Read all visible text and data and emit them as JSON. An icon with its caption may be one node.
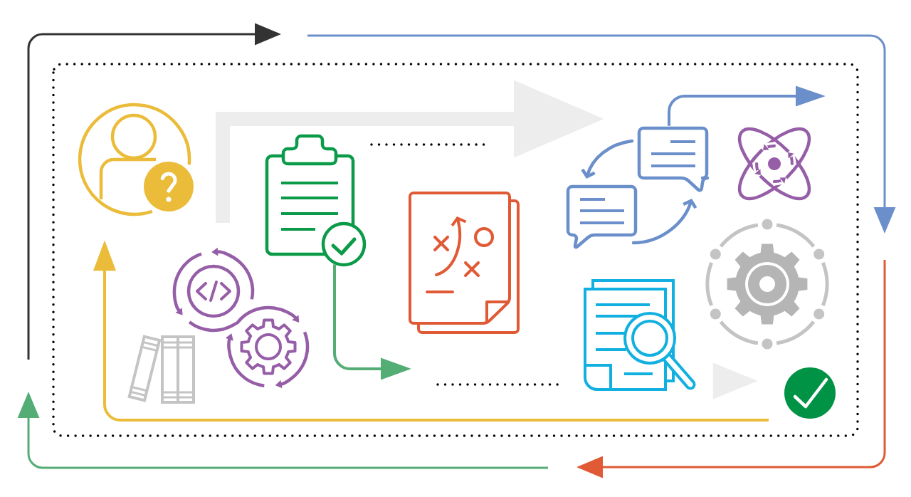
{
  "diagram": {
    "nodes": [
      {
        "text": [],
        "shape": "picture"
      },
      {
        "text": [],
        "shape": "picture"
      },
      {
        "text": [],
        "shape": "picture"
      },
      {
        "text": [],
        "shape": "picture"
      },
      {
        "text": [],
        "shape": "picture"
      },
      {
        "text": [],
        "shape": "picture"
      },
      {
        "text": [],
        "shape": "picture"
      },
      {
        "text": [],
        "shape": "picture"
      },
      {
        "text": [],
        "shape": "picture"
      },
      {
        "text": [],
        "shape": "picture"
      }
    ],
    "edges": [
      {
        "from": null,
        "to": 3,
        "arrow": "to",
        "style": "thick",
        "color": "#ededed"
      },
      {
        "from": 1,
        "to": null,
        "arrow": "to",
        "color": "#55ad76"
      },
      {
        "from": 3,
        "to": null,
        "arrow": "to",
        "color": "#6b8fcb"
      },
      {
        "from": null,
        "to": 0,
        "arrow": "to",
        "color": "#ebbc3a"
      },
      {
        "from": 8,
        "to": 9,
        "arrow": "to",
        "color": "#ededed"
      }
    ]
  }
}
